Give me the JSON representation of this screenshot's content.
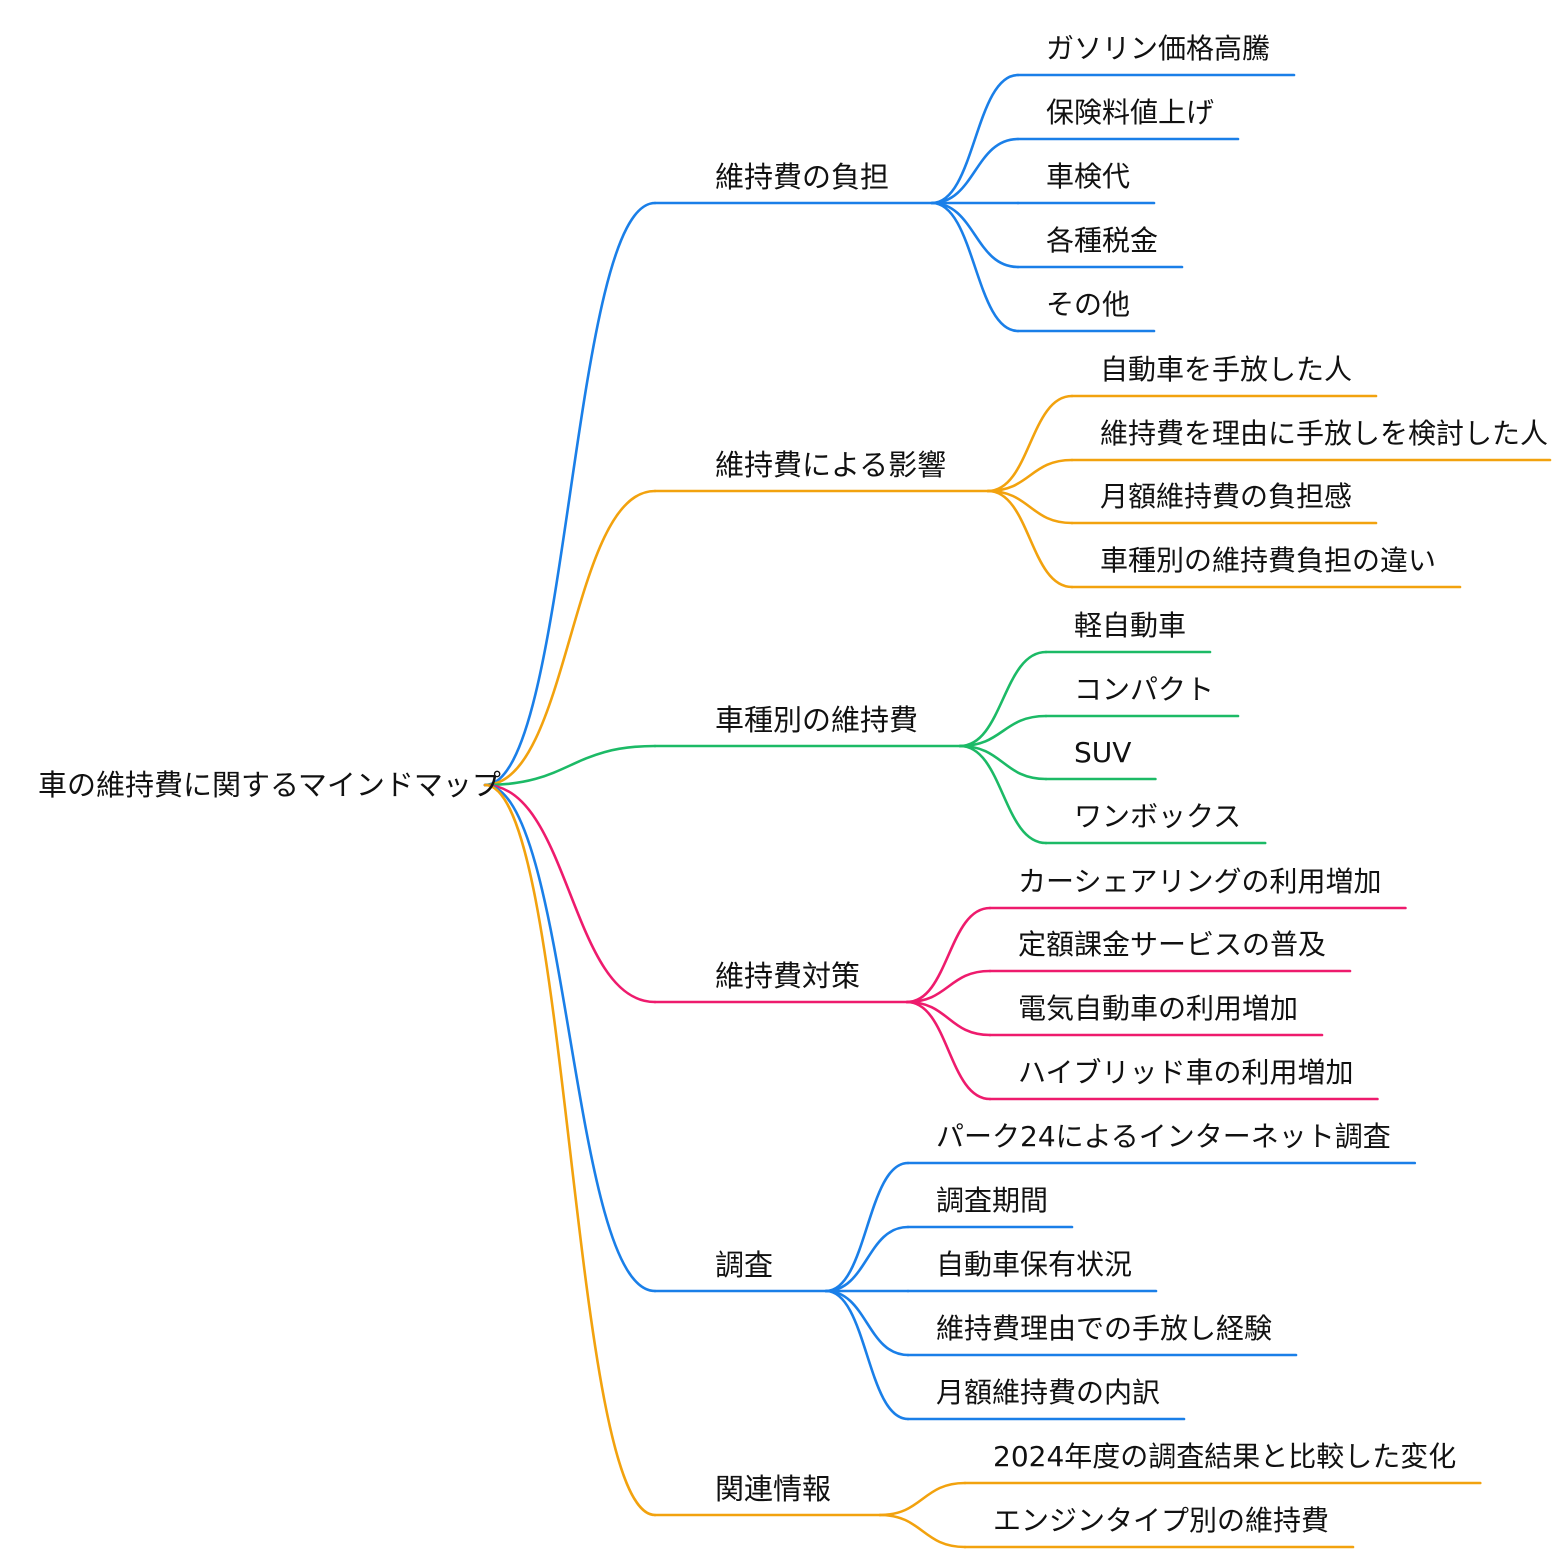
{
  "colors": {
    "blue": "#1a7fe8",
    "orange": "#f2a20e",
    "green": "#1cba66",
    "pink": "#ee1b6d",
    "text": "#111111"
  },
  "root": {
    "label": "車の維持費に関するマインドマップ"
  },
  "branches": [
    {
      "label": "維持費の負担",
      "color": "#1a7fe8",
      "children": [
        "ガソリン価格高騰",
        "保険料値上げ",
        "車検代",
        "各種税金",
        "その他"
      ]
    },
    {
      "label": "維持費による影響",
      "color": "#f2a20e",
      "children": [
        "自動車を手放した人",
        "維持費を理由に手放しを検討した人",
        "月額維持費の負担感",
        "車種別の維持費負担の違い"
      ]
    },
    {
      "label": "車種別の維持費",
      "color": "#1cba66",
      "children": [
        "軽自動車",
        "コンパクト",
        "SUV",
        "ワンボックス"
      ]
    },
    {
      "label": "維持費対策",
      "color": "#ee1b6d",
      "children": [
        "カーシェアリングの利用増加",
        "定額課金サービスの普及",
        "電気自動車の利用増加",
        "ハイブリッド車の利用増加"
      ]
    },
    {
      "label": "調査",
      "color": "#1a7fe8",
      "children": [
        "パーク24によるインターネット調査",
        "調査期間",
        "自動車保有状況",
        "維持費理由での手放し経験",
        "月額維持費の内訳"
      ]
    },
    {
      "label": "関連情報",
      "color": "#f2a20e",
      "children": [
        "2024年度の調査結果と比較した変化",
        "エンジンタイプ別の維持費"
      ]
    }
  ]
}
